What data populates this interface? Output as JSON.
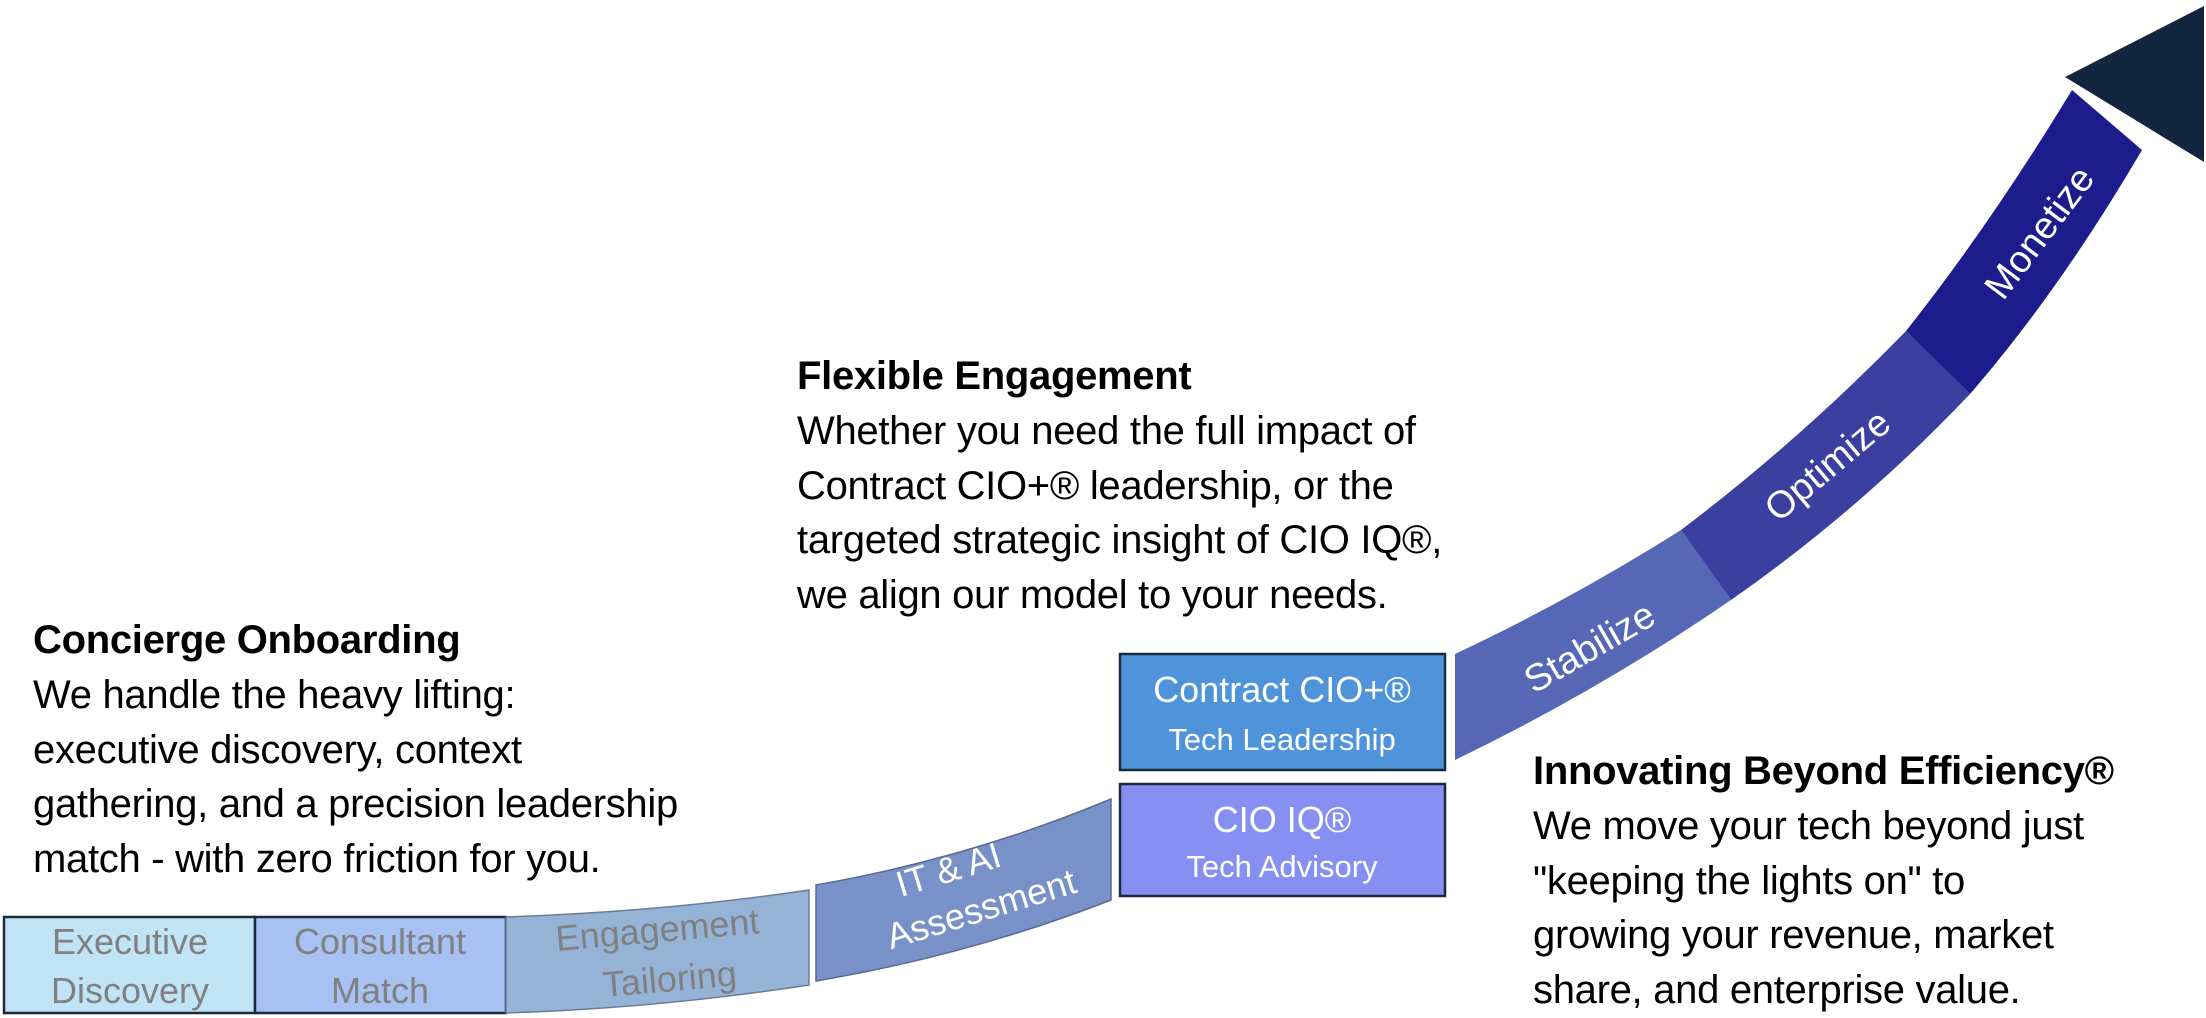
{
  "concierge": {
    "heading": "Concierge Onboarding",
    "lines": [
      "We handle the heavy lifting:",
      "executive discovery, context",
      "gathering, and a precision leadership",
      "match - with zero friction for you."
    ]
  },
  "flexible": {
    "heading": "Flexible Engagement",
    "lines": [
      "Whether you need the full impact of",
      "Contract CIO+® leadership, or the",
      "targeted strategic insight of CIO IQ®,",
      "we align our model to your needs."
    ]
  },
  "innovating": {
    "heading": "Innovating Beyond Efficiency®",
    "lines": [
      "We move your tech beyond just",
      "\"keeping the lights on\" to",
      "growing your revenue, market",
      "share, and enterprise value."
    ]
  },
  "steps": {
    "executive": [
      "Executive",
      "Discovery"
    ],
    "consultant": [
      "Consultant",
      "Match"
    ],
    "engagement": [
      "Engagement",
      "Tailoring"
    ],
    "assessment": [
      "IT & AI",
      "Assessment"
    ]
  },
  "offerings": {
    "contract": {
      "title": "Contract CIO+®",
      "subtitle": "Tech Leadership"
    },
    "cioiq": {
      "title": "CIO IQ®",
      "subtitle": "Tech Advisory"
    }
  },
  "arrow": {
    "stabilize": "Stabilize",
    "optimize": "Optimize",
    "monetize": "Monetize"
  },
  "colors": {
    "executive": "#C0E4F5",
    "consultant": "#A6C1F2",
    "engagement": "#95B3D7",
    "assessment": "#7891C9",
    "contract": "#4F94DB",
    "cioiq": "#8690F2",
    "stabilize": "#5567B5",
    "optimize": "#3A3FA0",
    "monetize": "#1C1C8C",
    "arrowhead": "#12263F"
  }
}
